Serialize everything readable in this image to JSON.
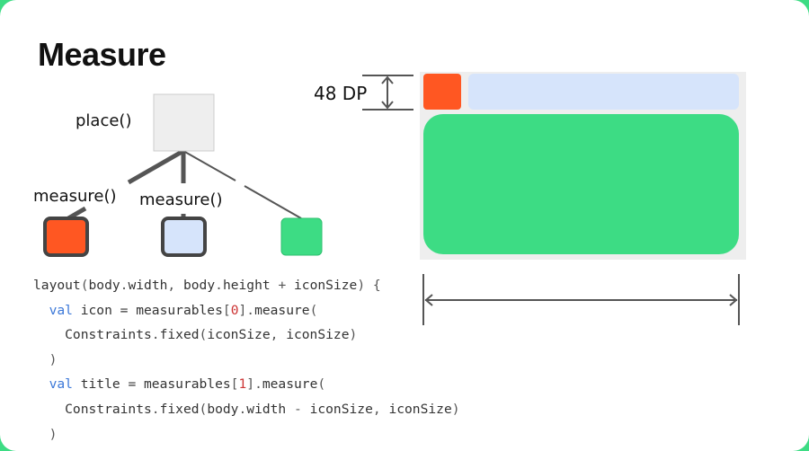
{
  "slide": {
    "title": "Measure",
    "place_label": "place()",
    "measure_label_1": "measure()",
    "measure_label_2": "measure()",
    "dp_label": "48 DP"
  },
  "code": [
    {
      "parts": [
        {
          "t": "layout"
        },
        {
          "t": "(",
          "c": "dim"
        },
        {
          "t": "body"
        },
        {
          "t": ".",
          "c": "dim"
        },
        {
          "t": "width"
        },
        {
          "t": ", ",
          "c": "dim"
        },
        {
          "t": "body"
        },
        {
          "t": ".",
          "c": "dim"
        },
        {
          "t": "height"
        },
        {
          "t": " + ",
          "c": "dim"
        },
        {
          "t": "iconSize"
        },
        {
          "t": ") {",
          "c": "dim"
        }
      ]
    },
    {
      "parts": [
        {
          "t": "  "
        },
        {
          "t": "val",
          "c": "kw"
        },
        {
          "t": " icon = ",
          "c": ""
        },
        {
          "t": "measurables"
        },
        {
          "t": "[",
          "c": "dim"
        },
        {
          "t": "0",
          "c": "num"
        },
        {
          "t": "]",
          "c": "dim"
        },
        {
          "t": ".",
          "c": "dim"
        },
        {
          "t": "measure"
        },
        {
          "t": "(",
          "c": "dim"
        }
      ]
    },
    {
      "parts": [
        {
          "t": "    Constraints"
        },
        {
          "t": ".",
          "c": "dim"
        },
        {
          "t": "fixed"
        },
        {
          "t": "(",
          "c": "dim"
        },
        {
          "t": "iconSize"
        },
        {
          "t": ", ",
          "c": "dim"
        },
        {
          "t": "iconSize"
        },
        {
          "t": ")",
          "c": "dim"
        }
      ]
    },
    {
      "parts": [
        {
          "t": "  )",
          "c": "dim"
        }
      ]
    },
    {
      "parts": [
        {
          "t": "  "
        },
        {
          "t": "val",
          "c": "kw"
        },
        {
          "t": " title = "
        },
        {
          "t": "measurables"
        },
        {
          "t": "[",
          "c": "dim"
        },
        {
          "t": "1",
          "c": "num"
        },
        {
          "t": "]",
          "c": "dim"
        },
        {
          "t": ".",
          "c": "dim"
        },
        {
          "t": "measure"
        },
        {
          "t": "(",
          "c": "dim"
        }
      ]
    },
    {
      "parts": [
        {
          "t": "    Constraints"
        },
        {
          "t": ".",
          "c": "dim"
        },
        {
          "t": "fixed"
        },
        {
          "t": "(",
          "c": "dim"
        },
        {
          "t": "body"
        },
        {
          "t": ".",
          "c": "dim"
        },
        {
          "t": "width"
        },
        {
          "t": " - ",
          "c": "dim"
        },
        {
          "t": "iconSize"
        },
        {
          "t": ", ",
          "c": "dim"
        },
        {
          "t": "iconSize"
        },
        {
          "t": ")",
          "c": "dim"
        }
      ]
    },
    {
      "parts": [
        {
          "t": "  )",
          "c": "dim"
        }
      ]
    }
  ],
  "colors": {
    "frame": "#3ddc84",
    "icon_orange": "#ff5722",
    "title_blue": "#d6e4fb",
    "body_green": "#3ddc84",
    "node_gray": "#eeeeee",
    "panel_gray": "#eeeeee",
    "line": "#555555"
  }
}
